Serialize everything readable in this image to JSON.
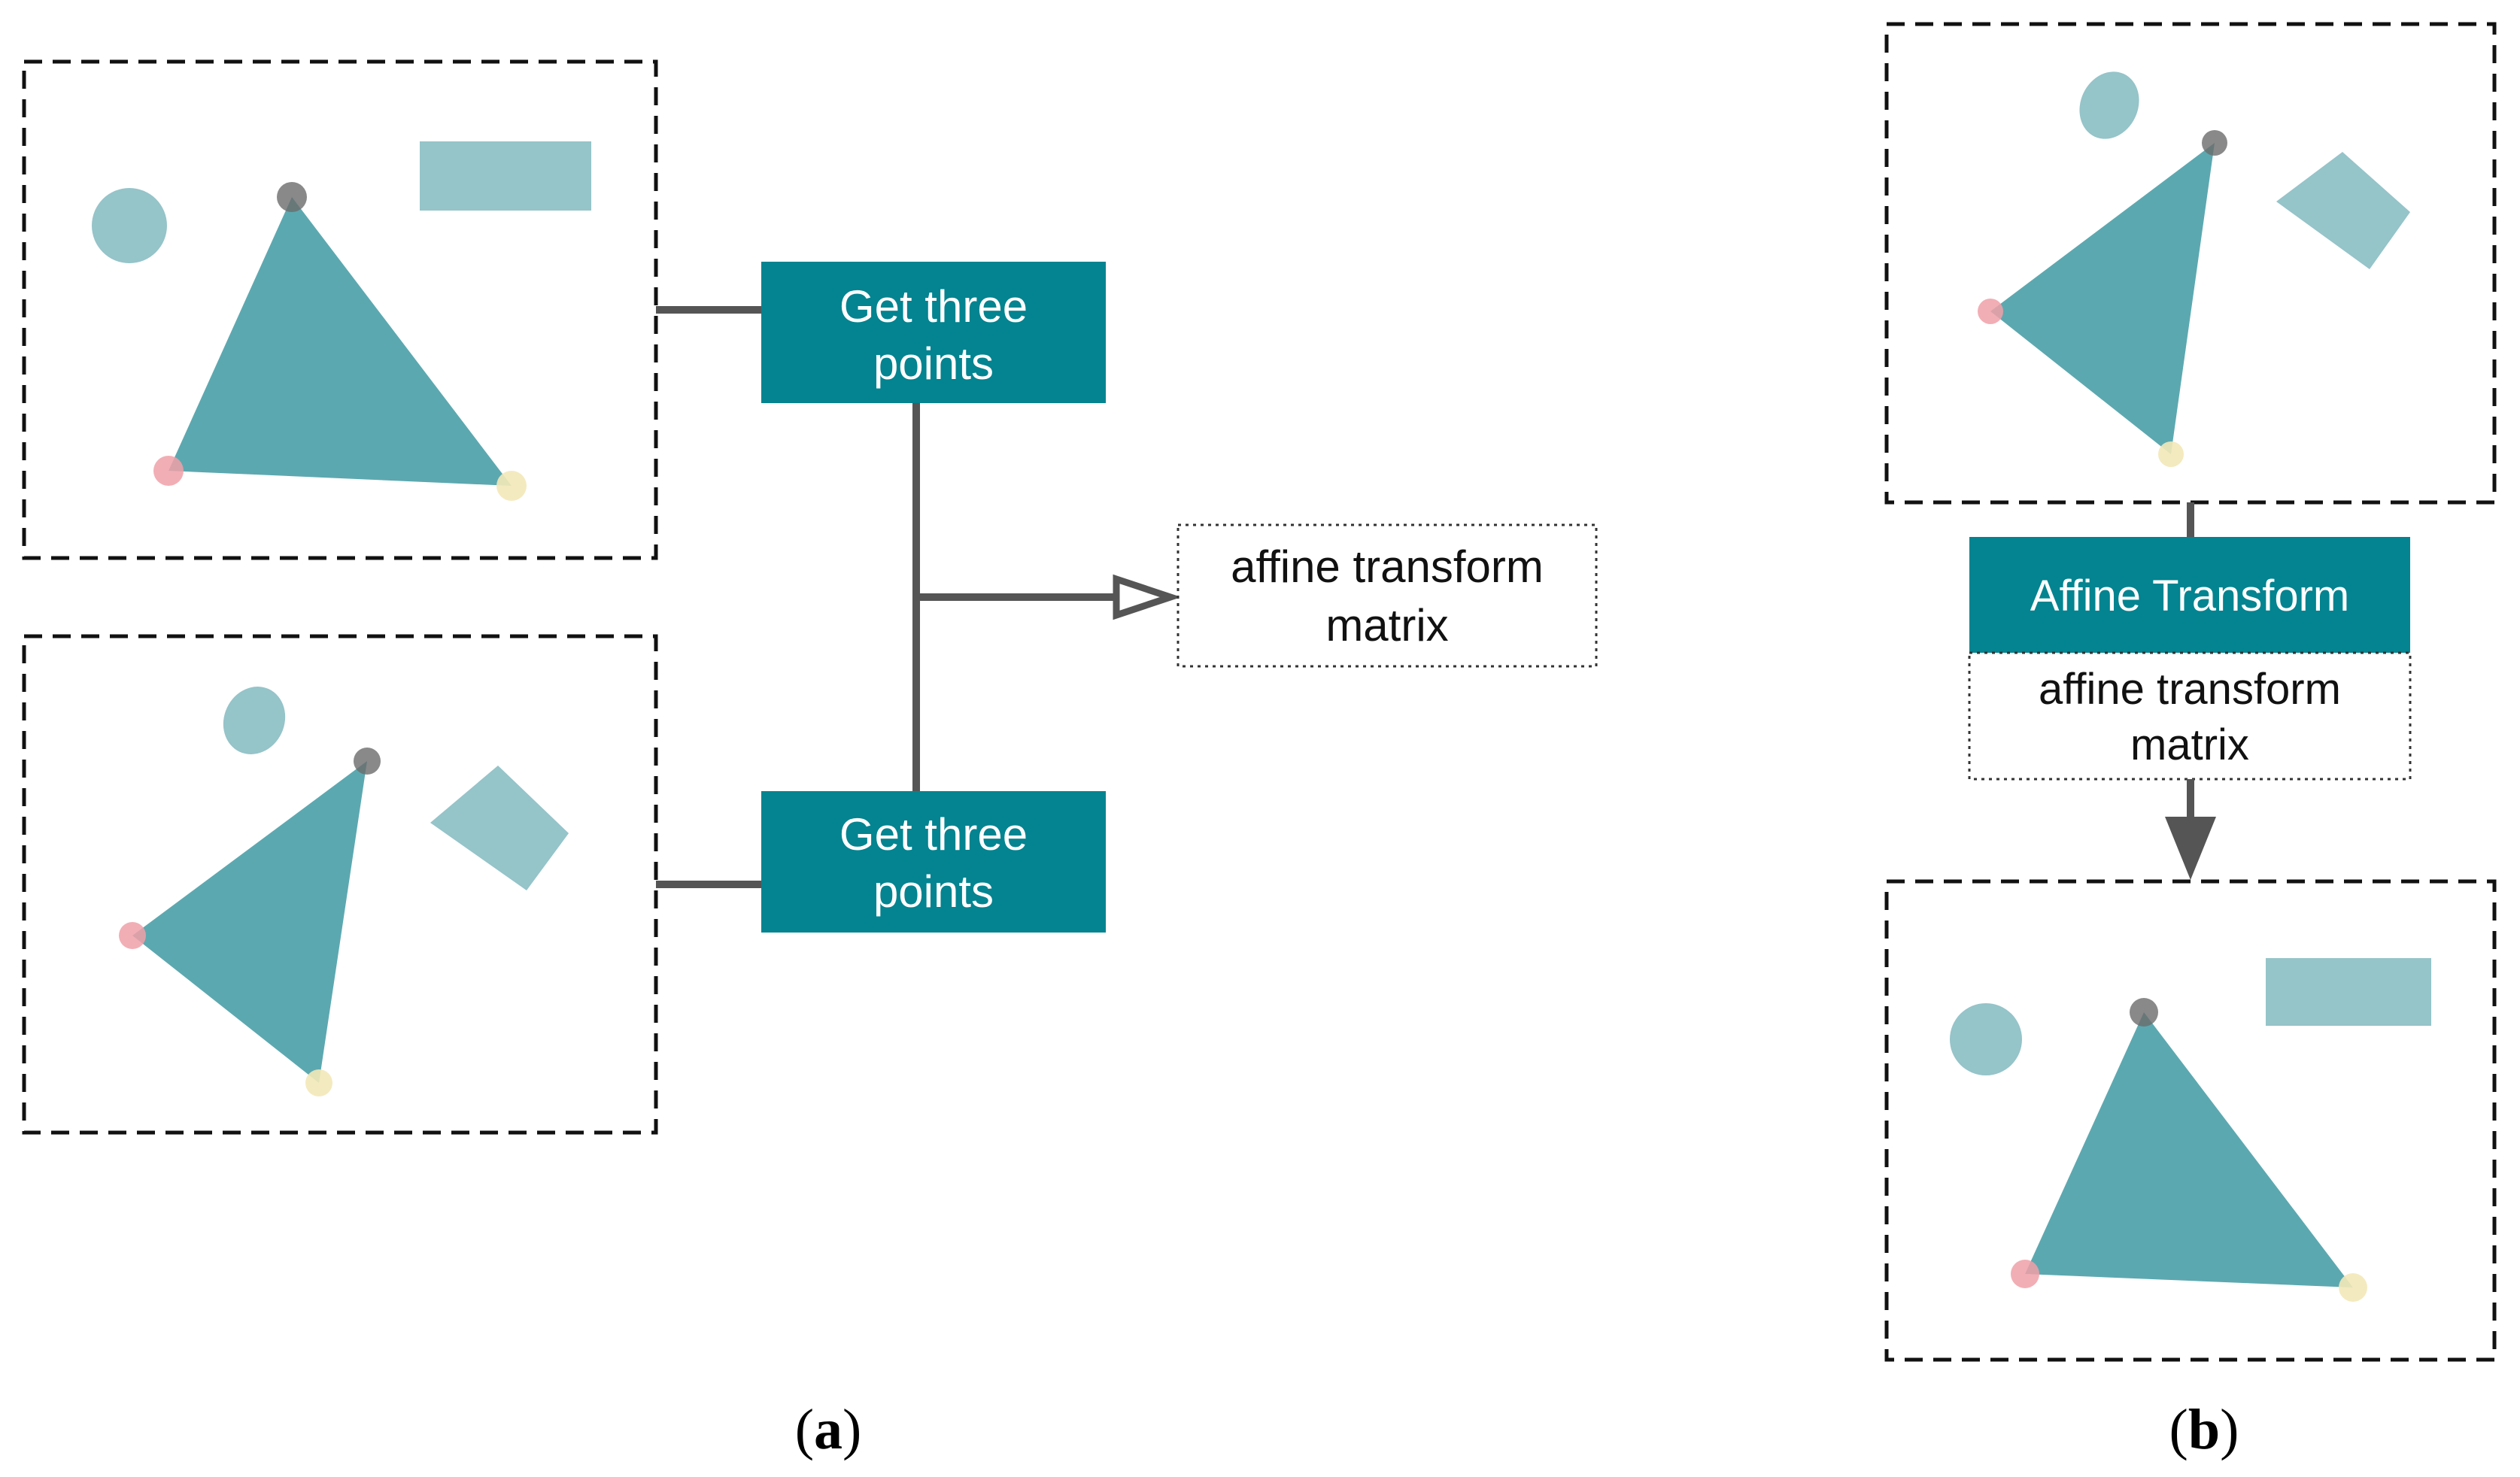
{
  "colors": {
    "teal_box": "#038490",
    "teal_shape": "#5ca8b0",
    "teal_light": "#95c4c9",
    "connector": "#555555",
    "point_red": "#f0a0a8",
    "point_yellow": "#f3e8b8",
    "point_dark": "#6b6b6b"
  },
  "panel_a": {
    "box_top_label_line1": "Get three",
    "box_top_label_line2": "points",
    "box_bottom_label_line1": "Get three",
    "box_bottom_label_line2": "points",
    "output_label_line1": "affine transform",
    "output_label_line2": "matrix",
    "caption_open": "(",
    "caption_letter": "a",
    "caption_close": ")"
  },
  "panel_b": {
    "transform_label": "Affine Transform",
    "matrix_label_line1": "affine transform",
    "matrix_label_line2": "matrix",
    "caption_open": "(",
    "caption_letter": "b",
    "caption_close": ")"
  }
}
